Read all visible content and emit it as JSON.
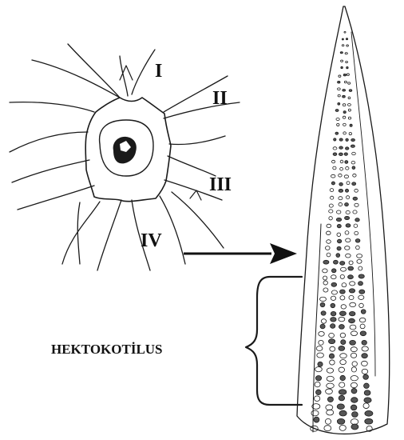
{
  "labels": {
    "arm_1": "I",
    "arm_2": "II",
    "arm_3": "III",
    "arm_4": "IV",
    "hectocotylus": "HEKTOKOTİLUS"
  },
  "colors": {
    "ink": "#1a1a1a",
    "background": "#ffffff"
  }
}
